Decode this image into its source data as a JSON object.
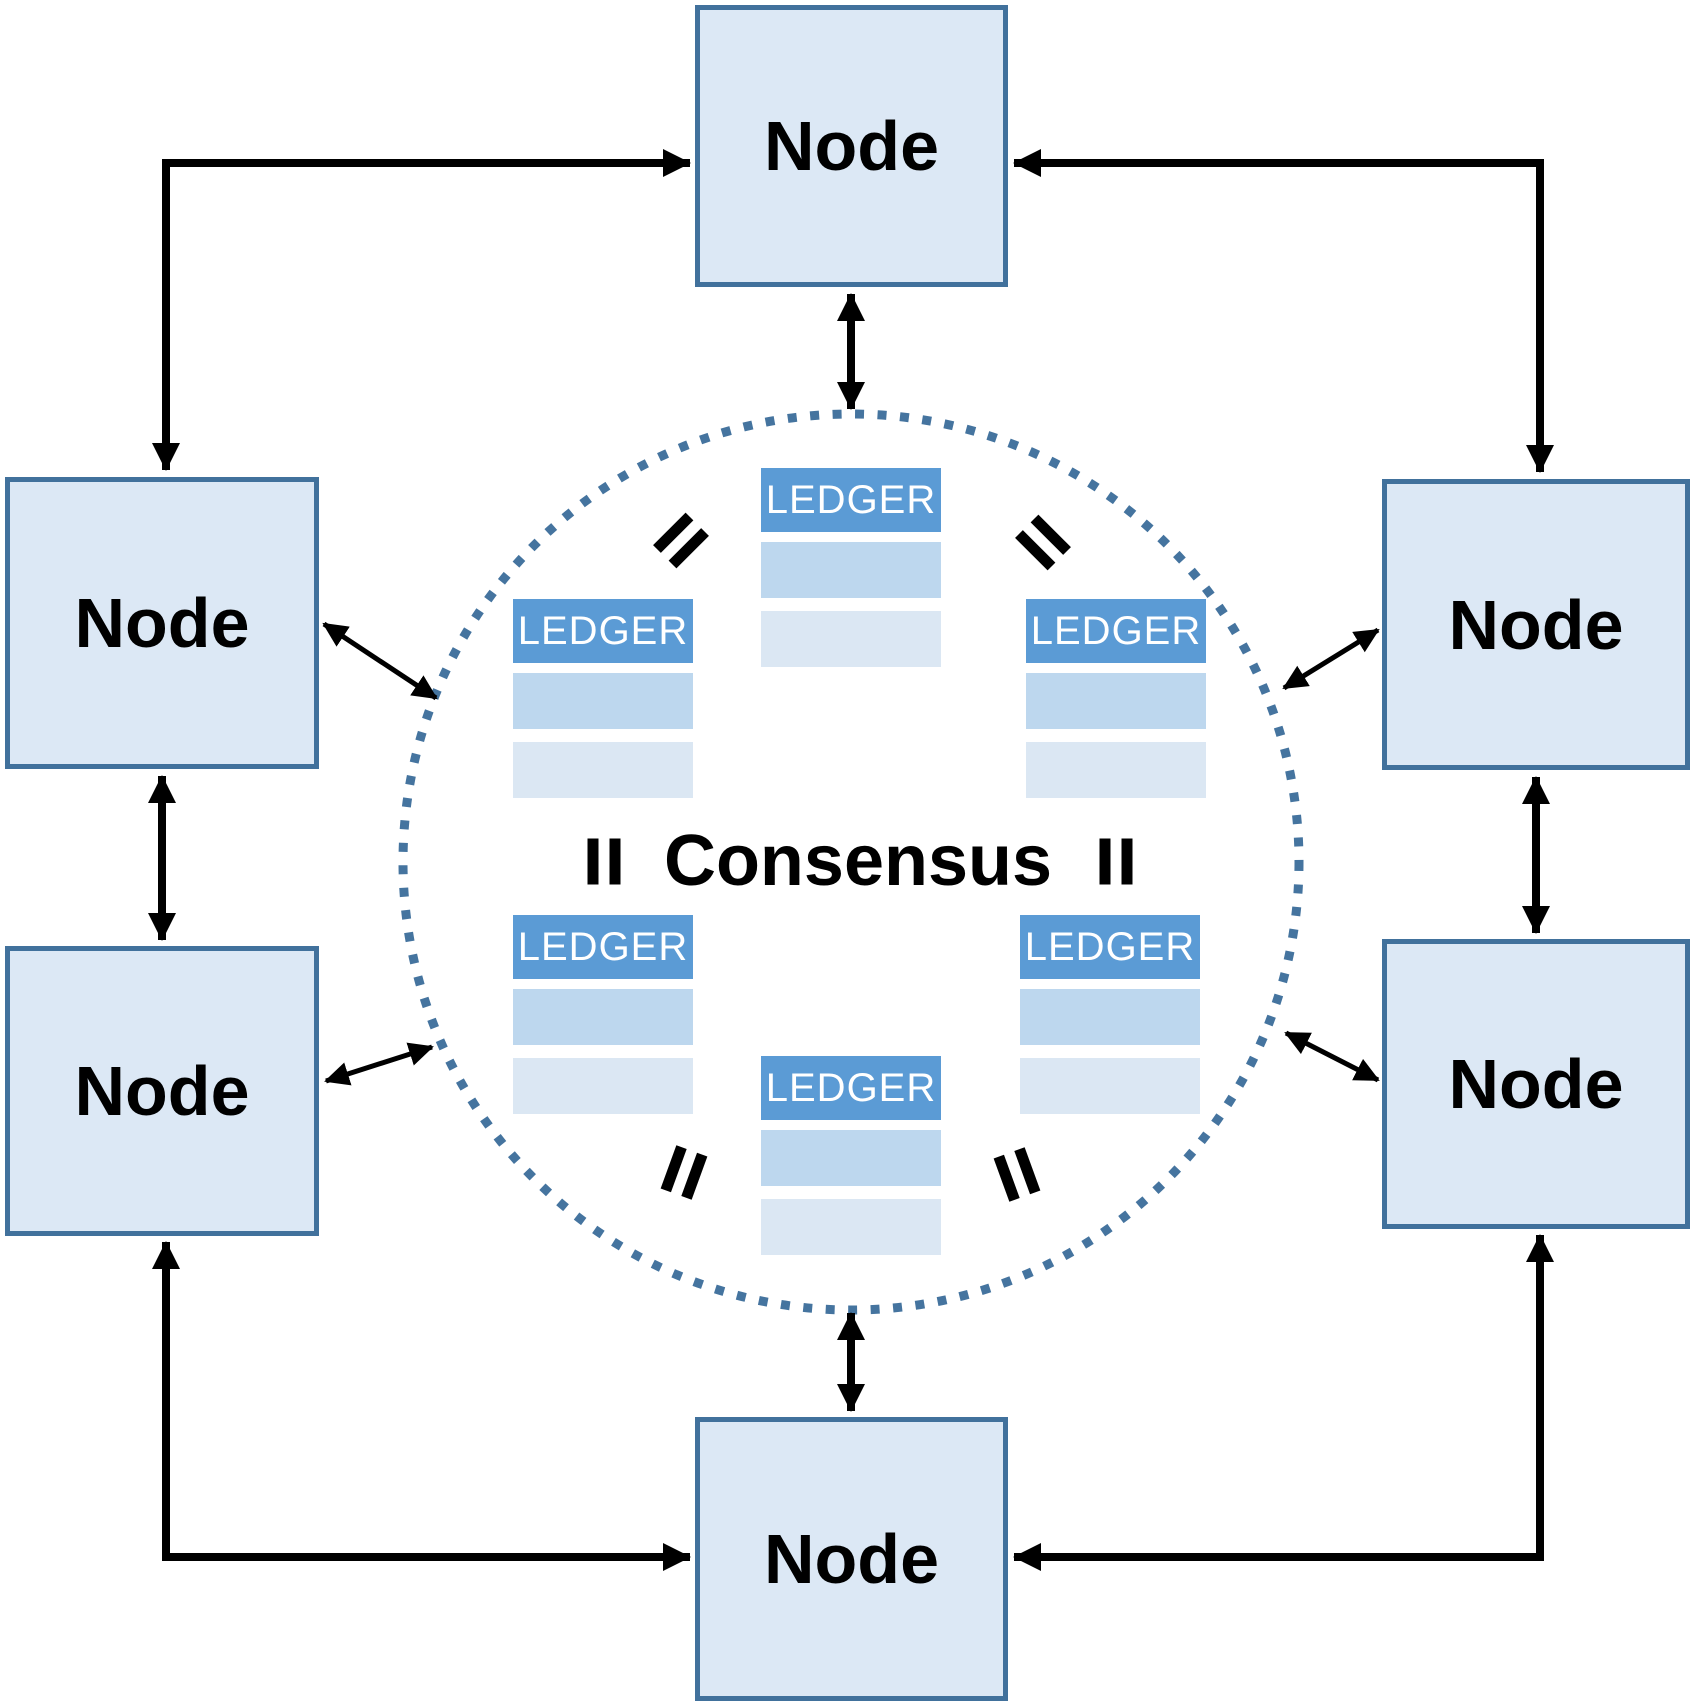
{
  "diagram": {
    "center": {
      "label": "Consensus"
    },
    "nodes": [
      {
        "id": "top",
        "label": "Node"
      },
      {
        "id": "left-upper",
        "label": "Node"
      },
      {
        "id": "left-lower",
        "label": "Node"
      },
      {
        "id": "right-upper",
        "label": "Node"
      },
      {
        "id": "right-lower",
        "label": "Node"
      },
      {
        "id": "bottom",
        "label": "Node"
      }
    ],
    "ledgers": [
      {
        "id": "top-center",
        "label": "LEDGER"
      },
      {
        "id": "upper-left",
        "label": "LEDGER"
      },
      {
        "id": "upper-right",
        "label": "LEDGER"
      },
      {
        "id": "lower-left",
        "label": "LEDGER"
      },
      {
        "id": "lower-right",
        "label": "LEDGER"
      },
      {
        "id": "bottom-center",
        "label": "LEDGER"
      }
    ],
    "equals_marks": {
      "symbol": "=",
      "count": 6
    },
    "connections": "all arrows are double-headed; corner links are L-shaped",
    "colors": {
      "node_fill": "#dce8f5",
      "node_border": "#41719c",
      "ledger_header": "#5b9bd5",
      "ledger_row_medium": "#bdd7ee",
      "ledger_row_light": "#dbe7f3",
      "circle_dots": "#45749f",
      "arrow": "#000000",
      "text": "#000000",
      "ledger_header_text": "#ffffff"
    }
  }
}
